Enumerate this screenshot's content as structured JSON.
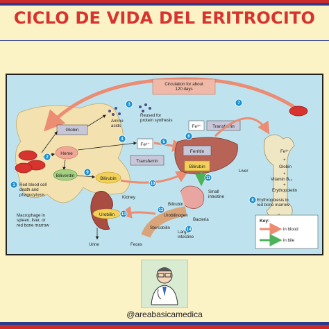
{
  "title": "CICLO DE VIDA DEL ERITROCITO",
  "handle": "@areabasicamedica",
  "colors": {
    "background": "#fbf2c6",
    "title": "#d8332f",
    "panel": "#bfe3ee",
    "macrophage": "#f3e2b0",
    "blood_arrow": "#ec8c73",
    "bile_arrow": "#4db35a",
    "step_circle": "#1a8fd0",
    "stripe_blue": "#2e3a8c",
    "stripe_red": "#cf2a2a"
  },
  "logo_icon": "doctor-avatar-icon",
  "diagram": {
    "circulation": "Circulation for about\n120 days",
    "steps": {
      "s1": "Red blood cell\ndeath and\nphagocytosis",
      "s3": "Reused for\nprotein synthesis",
      "s8": "Erythropoiesis in\nred bone marrow"
    },
    "labels": {
      "globin": "Globin",
      "amino_acids": "Amino\nacids",
      "heme": "Heme",
      "fe3_a": "Fe³⁺",
      "transferrin_a": "Transferrin",
      "fe3_b": "Fe³⁺",
      "transferrin_b": "Transferrin",
      "ferritin": "Ferritin",
      "biliverdin": "Biliverdin",
      "bilirubin_a": "Bilirubin",
      "bilirubin_liver": "Bilirubin",
      "liver": "Liver",
      "small_intestine": "Small\nintestine",
      "bilirubin_b": "Bilirubin",
      "urobilinogen": "Urobilinogen",
      "bacteria": "Bacteria",
      "stercobilin": "Stercobilin",
      "large_intestine": "Large\nintestine",
      "feces": "Feces",
      "kidney": "Kidney",
      "urobilin": "Urobilin",
      "urine": "Urine",
      "macrophage": "Macrophage in\nspleen, liver, or\nred bone marrow",
      "fe3_marrow": "Fe³⁺",
      "globin_marrow": "Globin",
      "vitamin_b12": "Vitamin B₁₂",
      "erythropoietin": "Erythopoietin",
      "plus": "+"
    },
    "key": {
      "title": "Key:",
      "blood": "in blood",
      "bile": "in bile"
    }
  }
}
